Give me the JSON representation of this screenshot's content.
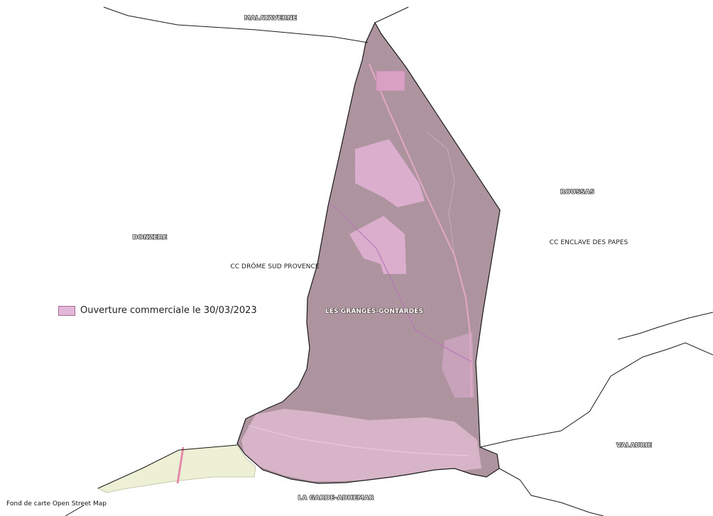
{
  "places": {
    "malataverne": "MALATAVERNE",
    "roussas": "ROUSSAS",
    "donzere": "DONZERE",
    "cc_enclave": "CC ENCLAVE DES PAPES",
    "cc_drome": "CC DRÔME SUD PROVENCE",
    "granges": "LES GRANGES-GONTARDES",
    "valaurie": "VALAURIE",
    "garde": "LA GARDE-ADHEMAR"
  },
  "legend": {
    "label": "Ouverture commerciale le 30/03/2023",
    "swatch_color": "#e3b7d8",
    "swatch_border": "#a36b96"
  },
  "credit": "Fond de carte Open Street Map",
  "colors": {
    "area_fill": "#e3b7d8",
    "area_border": "#a36b96",
    "forest": "#8a7b78",
    "field": "#eef0d6",
    "boundary": "#1a1a1a"
  }
}
